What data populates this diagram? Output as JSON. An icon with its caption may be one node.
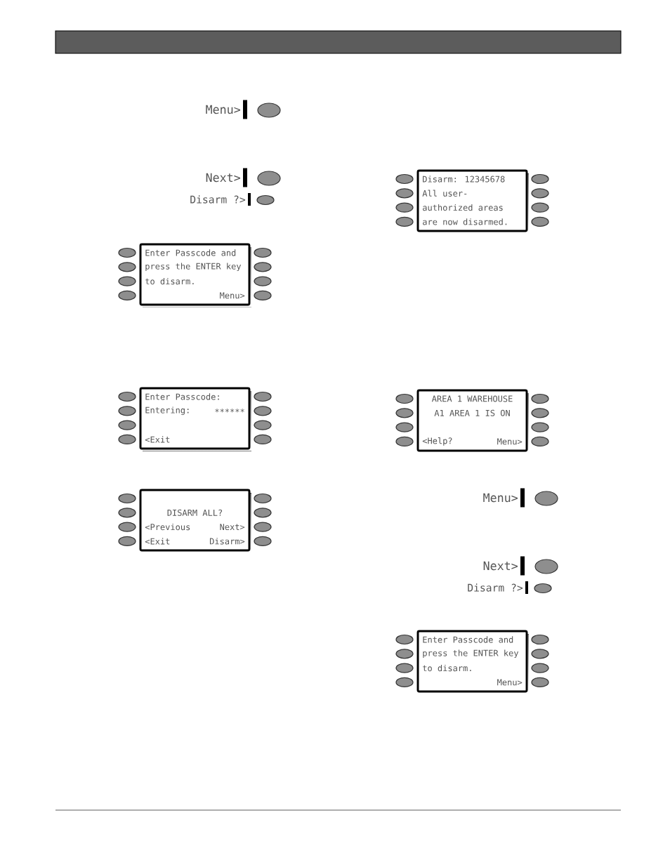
{
  "diagram": {
    "nodes": [
      {
        "text": [
          "Enter Passcode and",
          "press the ENTER key",
          "to disarm.",
          "Menu>"
        ]
      },
      {
        "text": [
          "Enter Passcode:",
          "Entering:",
          "∗∗∗∗∗∗",
          "<Exit"
        ]
      },
      {
        "text": [
          "DISARM ALL?",
          "<Previous",
          "Next>",
          "<Exit",
          "Disarm>"
        ]
      },
      {
        "text": [
          "Disarm: 12345678",
          "All user-",
          "authorized areas",
          "are now disarmed."
        ]
      },
      {
        "text": [
          "AREA 1 WAREHOUSE",
          "A1 AREA 1 IS ON",
          "<Help?",
          "Menu>"
        ]
      },
      {
        "text": [
          "Enter Passcode and",
          "press the ENTER key",
          "to disarm.",
          "Menu>"
        ]
      }
    ],
    "labels": [
      "Menu>",
      "Next>",
      "Disarm ?>",
      "Menu>",
      "Next>",
      "Disarm ?>"
    ]
  }
}
